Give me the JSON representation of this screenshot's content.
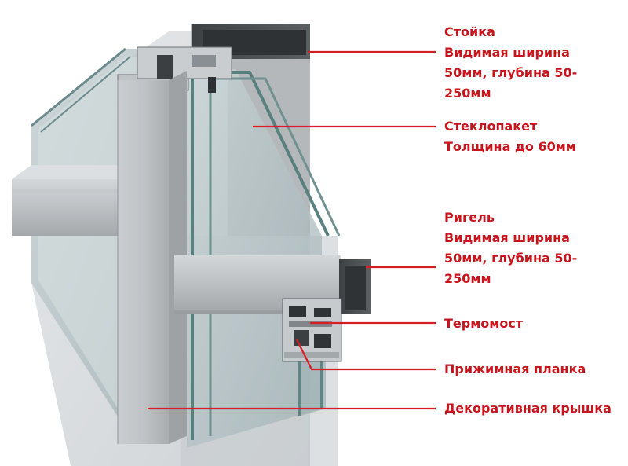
{
  "colors": {
    "label_text": "#c8141c",
    "leader_line": "#d81e24",
    "aluminum": "#b9bdc0",
    "glass": "#7f9fa2"
  },
  "callouts": [
    {
      "id": "stoyka",
      "lines": [
        "Стойка",
        "Видимая ширина",
        "50мм, глубина 50-",
        "250мм"
      ]
    },
    {
      "id": "steklopaket",
      "lines": [
        "Стеклопакет",
        "Толщина до 60мм"
      ]
    },
    {
      "id": "rigel",
      "lines": [
        "Ригель",
        "Видимая ширина",
        "50мм, глубина 50-",
        "250мм"
      ]
    },
    {
      "id": "termomost",
      "lines": [
        "Термомост"
      ]
    },
    {
      "id": "prizhimnaya-planka",
      "lines": [
        "Прижимная планка"
      ]
    },
    {
      "id": "dekorativnaya-kryshka",
      "lines": [
        "Декоративная крышка"
      ]
    }
  ]
}
